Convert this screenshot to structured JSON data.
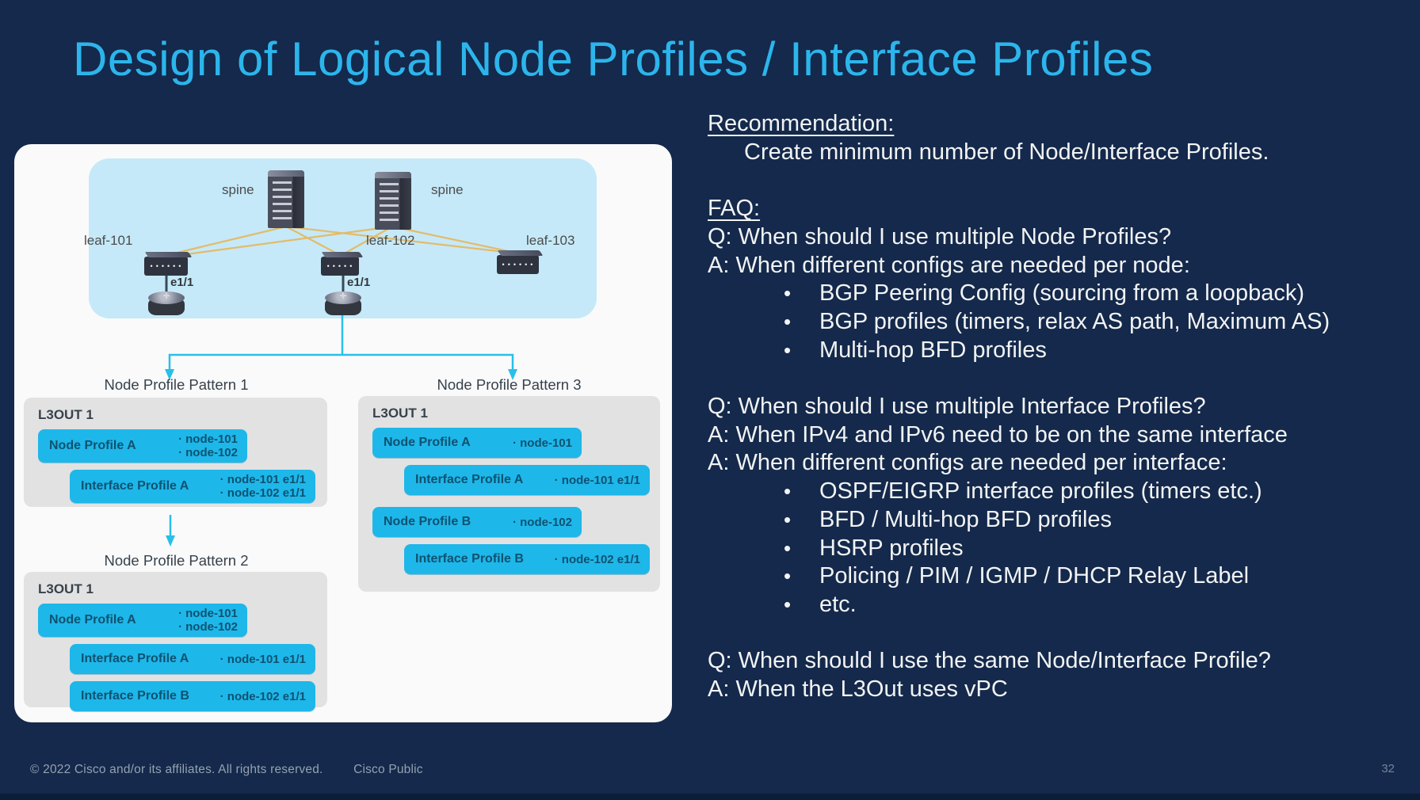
{
  "slide": {
    "title": "Design of Logical Node Profiles / Interface Profiles",
    "page_number": "32",
    "footer": {
      "copyright": "© 2022  Cisco and/or its affiliates. All rights reserved.",
      "classification": "Cisco Public"
    }
  },
  "colors": {
    "background": "#14294B",
    "title_accent": "#2CB5EC",
    "panel": "#FAFAFB",
    "network_box": "#C5E9F8",
    "pattern_box": "#E2E2E2",
    "chip": "#1EB7EA",
    "chip_text": "#0E5270",
    "fabric_link": "#E5B963",
    "connector": "#29BFE8",
    "notes_text": "#F2F3F4"
  },
  "diagram": {
    "network": {
      "spines": [
        {
          "label": "spine",
          "icon": "server-tower-icon"
        },
        {
          "label": "spine",
          "icon": "server-tower-icon"
        }
      ],
      "leaves": [
        {
          "label": "leaf-101",
          "icon": "switch-icon"
        },
        {
          "label": "leaf-102",
          "icon": "switch-icon"
        },
        {
          "label": "leaf-103",
          "icon": "switch-icon"
        }
      ],
      "routers": [
        {
          "interface": "e1/1",
          "icon": "router-icon"
        },
        {
          "interface": "e1/1",
          "icon": "router-icon"
        }
      ]
    },
    "patterns": [
      {
        "title": "Node Profile Pattern 1",
        "l3out": "L3OUT 1",
        "rows": [
          {
            "name": "Node Profile A",
            "kind": "node",
            "indent": false,
            "gap_before": false,
            "bullets": [
              "node-101",
              "node-102"
            ]
          },
          {
            "name": "Interface Profile A",
            "kind": "iface",
            "indent": true,
            "gap_before": false,
            "bullets": [
              "node-101 e1/1",
              "node-102 e1/1"
            ]
          }
        ]
      },
      {
        "title": "Node Profile Pattern 2",
        "l3out": "L3OUT 1",
        "rows": [
          {
            "name": "Node Profile A",
            "kind": "node",
            "indent": false,
            "gap_before": false,
            "bullets": [
              "node-101",
              "node-102"
            ]
          },
          {
            "name": "Interface Profile A",
            "kind": "iface",
            "indent": true,
            "gap_before": false,
            "bullets": [
              "node-101 e1/1"
            ]
          },
          {
            "name": "Interface Profile B",
            "kind": "iface",
            "indent": true,
            "gap_before": false,
            "bullets": [
              "node-102 e1/1"
            ]
          }
        ]
      },
      {
        "title": "Node Profile Pattern 3",
        "l3out": "L3OUT 1",
        "rows": [
          {
            "name": "Node Profile A",
            "kind": "node",
            "indent": false,
            "gap_before": false,
            "bullets": [
              "node-101"
            ]
          },
          {
            "name": "Interface Profile A",
            "kind": "iface",
            "indent": true,
            "gap_before": false,
            "bullets": [
              "node-101 e1/1"
            ]
          },
          {
            "name": "Node Profile B",
            "kind": "node",
            "indent": false,
            "gap_before": true,
            "bullets": [
              "node-102"
            ]
          },
          {
            "name": "Interface Profile B",
            "kind": "iface",
            "indent": true,
            "gap_before": false,
            "bullets": [
              "node-102 e1/1"
            ]
          }
        ]
      }
    ]
  },
  "notes": {
    "lines": [
      {
        "style": "heading",
        "text": "Recommendation:"
      },
      {
        "style": "indent",
        "text": "Create minimum number of Node/Interface Profiles."
      },
      {
        "style": "blank",
        "text": ""
      },
      {
        "style": "heading",
        "text": "FAQ:"
      },
      {
        "style": "plain",
        "text": "Q: When should I use multiple Node Profiles?"
      },
      {
        "style": "plain",
        "text": "A: When different configs are needed per node:"
      },
      {
        "style": "bullet",
        "text": "BGP Peering Config (sourcing from a loopback)"
      },
      {
        "style": "bullet",
        "text": "BGP profiles (timers, relax AS path, Maximum AS)"
      },
      {
        "style": "bullet",
        "text": "Multi-hop BFD profiles"
      },
      {
        "style": "blank",
        "text": ""
      },
      {
        "style": "plain",
        "text": "Q: When should I use multiple Interface Profiles?"
      },
      {
        "style": "plain",
        "text": "A: When IPv4 and IPv6 need to be on the same interface"
      },
      {
        "style": "plain",
        "text": "A: When different configs are needed per interface:"
      },
      {
        "style": "bullet",
        "text": "OSPF/EIGRP interface profiles (timers etc.)"
      },
      {
        "style": "bullet",
        "text": "BFD / Multi-hop BFD profiles"
      },
      {
        "style": "bullet",
        "text": "HSRP profiles"
      },
      {
        "style": "bullet",
        "text": "Policing / PIM / IGMP / DHCP Relay Label"
      },
      {
        "style": "bullet",
        "text": "etc."
      },
      {
        "style": "blank",
        "text": ""
      },
      {
        "style": "plain",
        "text": "Q: When should I use the same Node/Interface Profile?"
      },
      {
        "style": "plain",
        "text": "A: When the L3Out uses vPC"
      }
    ]
  }
}
